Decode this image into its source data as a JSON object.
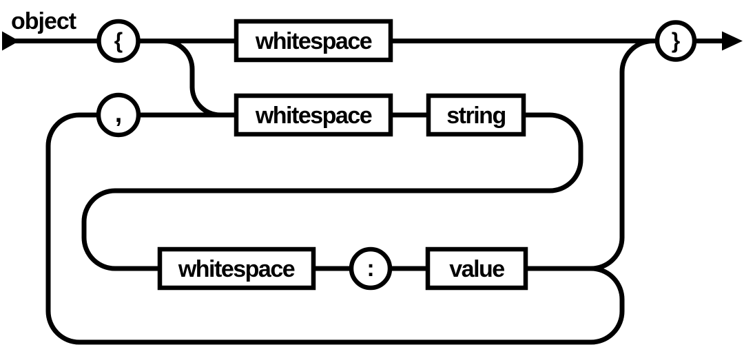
{
  "diagram": {
    "rule_name": "object",
    "terminals": {
      "open_brace": "{",
      "close_brace": "}",
      "comma": ",",
      "colon": ":"
    },
    "nonterminals": {
      "whitespace_top": "whitespace",
      "whitespace_member": "whitespace",
      "string": "string",
      "whitespace_value": "whitespace",
      "value": "value"
    },
    "colors": {
      "stroke": "#000000",
      "background": "#ffffff"
    }
  }
}
